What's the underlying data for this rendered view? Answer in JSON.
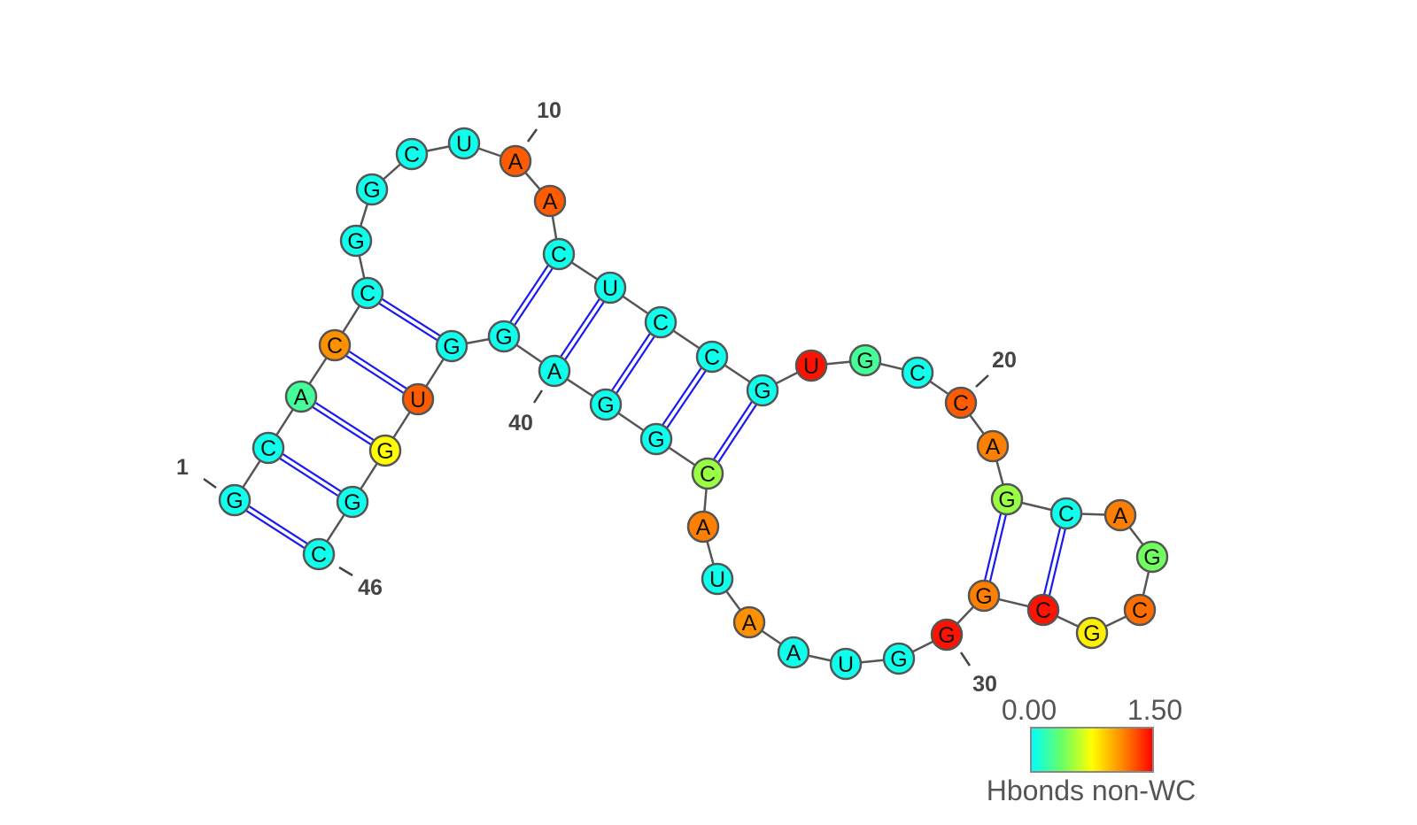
{
  "sequence": [
    "G",
    "C",
    "A",
    "C",
    "C",
    "G",
    "G",
    "C",
    "U",
    "A",
    "A",
    "C",
    "U",
    "C",
    "C",
    "G",
    "U",
    "G",
    "C",
    "C",
    "A",
    "G",
    "C",
    "A",
    "G",
    "C",
    "G",
    "C",
    "G",
    "G",
    "G",
    "U",
    "A",
    "A",
    "U",
    "A",
    "C",
    "G",
    "G",
    "A",
    "G",
    "G",
    "U",
    "G",
    "G",
    "C"
  ],
  "values": [
    0.05,
    0.05,
    0.25,
    1.1,
    0.05,
    0.05,
    0.05,
    0.05,
    0.05,
    1.25,
    1.25,
    0.05,
    0.05,
    0.05,
    0.05,
    0.05,
    1.45,
    0.25,
    0.05,
    1.25,
    1.15,
    0.5,
    0.05,
    1.15,
    0.4,
    1.2,
    0.8,
    1.45,
    1.15,
    1.45,
    0.05,
    0.05,
    0.05,
    1.1,
    0.05,
    1.15,
    0.5,
    0.05,
    0.05,
    0.05,
    0.05,
    0.05,
    1.25,
    0.75,
    0.05,
    0.05
  ],
  "base_pairs": [
    [
      1,
      46
    ],
    [
      2,
      45
    ],
    [
      3,
      44
    ],
    [
      4,
      43
    ],
    [
      5,
      42
    ],
    [
      12,
      41
    ],
    [
      13,
      40
    ],
    [
      14,
      39
    ],
    [
      15,
      38
    ],
    [
      16,
      37
    ],
    [
      22,
      29
    ],
    [
      23,
      28
    ]
  ],
  "index_labels": [
    {
      "nt": 1,
      "text": "1"
    },
    {
      "nt": 10,
      "text": "10"
    },
    {
      "nt": 20,
      "text": "20"
    },
    {
      "nt": 30,
      "text": "30"
    },
    {
      "nt": 40,
      "text": "40"
    },
    {
      "nt": 46,
      "text": "46"
    }
  ],
  "colorbar": {
    "min_label": "0.00",
    "max_label": "1.50",
    "min": 0,
    "max": 1.5,
    "title": "Hbonds non-WC",
    "stops": [
      "#00ffff",
      "#66ff66",
      "#ffff00",
      "#ff8800",
      "#ff0000"
    ]
  },
  "colors": {
    "backbone": "#555555",
    "pair": "#1a1aee"
  }
}
